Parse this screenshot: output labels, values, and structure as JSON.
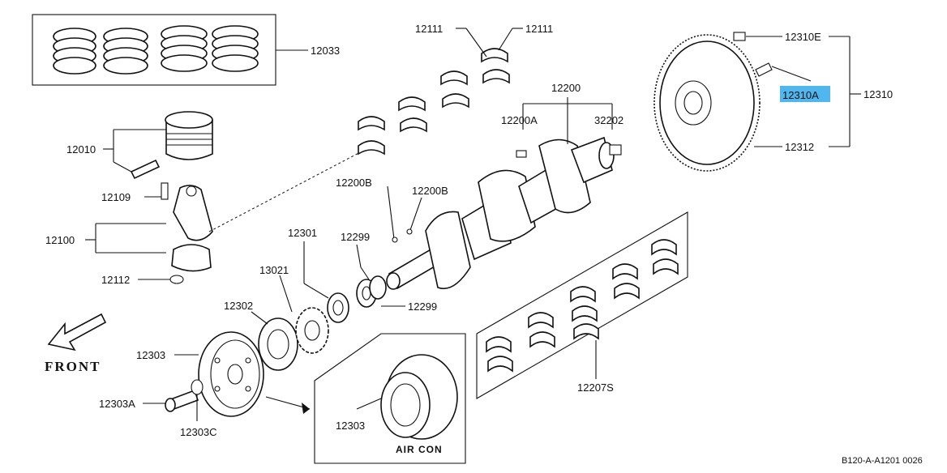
{
  "labels": {
    "rings": "12033",
    "bearing_top_a": "12111",
    "bearing_top_b": "12111",
    "flywheel_bolt_top": "12310E",
    "flywheel": "12310",
    "flywheel_bolt": "12310A",
    "flywheel_ring": "12312",
    "crank_assy": "12200",
    "crank_sub_a": "12200A",
    "crank_pin": "32202",
    "piston": "12010",
    "con_rod_bolt": "12109",
    "con_rod": "12100",
    "con_rod_nut": "12112",
    "crank_plug_a": "12200B",
    "crank_plug_b": "12200B",
    "washer_12301": "12301",
    "key_12299_top": "12299",
    "key_12299_bottom": "12299",
    "sprocket": "13021",
    "spacer": "12302",
    "pulley": "12303",
    "pulley_bolt": "12303A",
    "pulley_washer": "12303C",
    "aircon_pulley": "12303",
    "main_bearings": "12207S",
    "front": "FRONT",
    "air_con": "AIR CON",
    "figure_code": "B120-A-A1201 0026"
  },
  "colors": {
    "highlight": "#4fb6ee",
    "ink": "#111111"
  }
}
